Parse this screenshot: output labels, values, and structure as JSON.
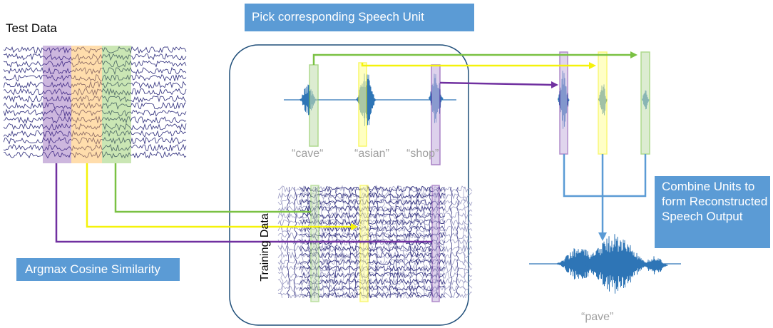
{
  "labels": {
    "pick_unit": "Pick corresponding Speech Unit",
    "test_data": "Test Data",
    "training_data": "Training Data",
    "argmax": "Argmax Cosine Similarity",
    "combine": "Combine Units to form Reconstructed Speech Output"
  },
  "words": {
    "cave": "“cave“",
    "asian": "“asian”",
    "shop": "“shop”",
    "pave": "“pave”"
  },
  "colors": {
    "accent_box": "#5b9bd5",
    "eeg_trace": "#2b2a7a",
    "eeg_trace_light": "#9c9cc4",
    "green": "#7ac143",
    "yellow": "#f5f20a",
    "purple": "#7030a0",
    "blue": "#2e75b6",
    "green_fill": "#c6e0b4",
    "yellow_fill": "#ffff99",
    "purple_fill": "#c8b4e0",
    "orange_fill": "#ffd79a"
  }
}
